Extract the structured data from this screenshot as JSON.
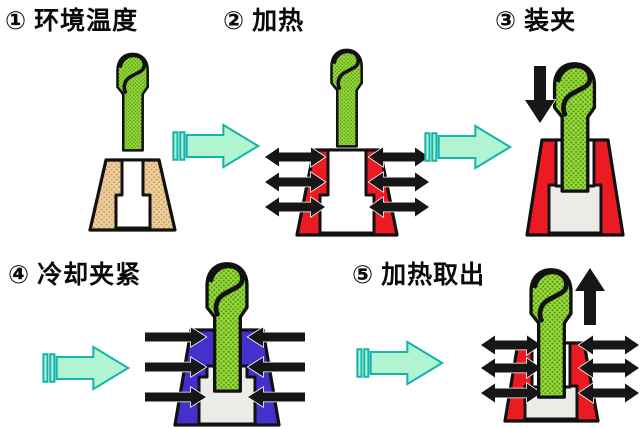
{
  "diagram": {
    "steps": [
      {
        "num": "①",
        "label": "环境温度"
      },
      {
        "num": "②",
        "label": "加热"
      },
      {
        "num": "③",
        "label": "装夹"
      },
      {
        "num": "④",
        "label": "冷却夹紧"
      },
      {
        "num": "⑤",
        "label": "加热取出"
      }
    ]
  },
  "colors": {
    "tool_green": "#9bd838",
    "tool_green_dot": "#4c9a1d",
    "holder_ambient": "#eccf9e",
    "holder_ambient_dot": "#cfa060",
    "holder_heated": "#ea1b22",
    "holder_cooled": "#4330cd",
    "cavity_white": "#ffffff",
    "cavity_grey": "#ebebe7",
    "black_arrow": "#161616",
    "process_arrow_fill": "#b0f4d1",
    "process_arrow_stroke": "#14b3ac"
  }
}
